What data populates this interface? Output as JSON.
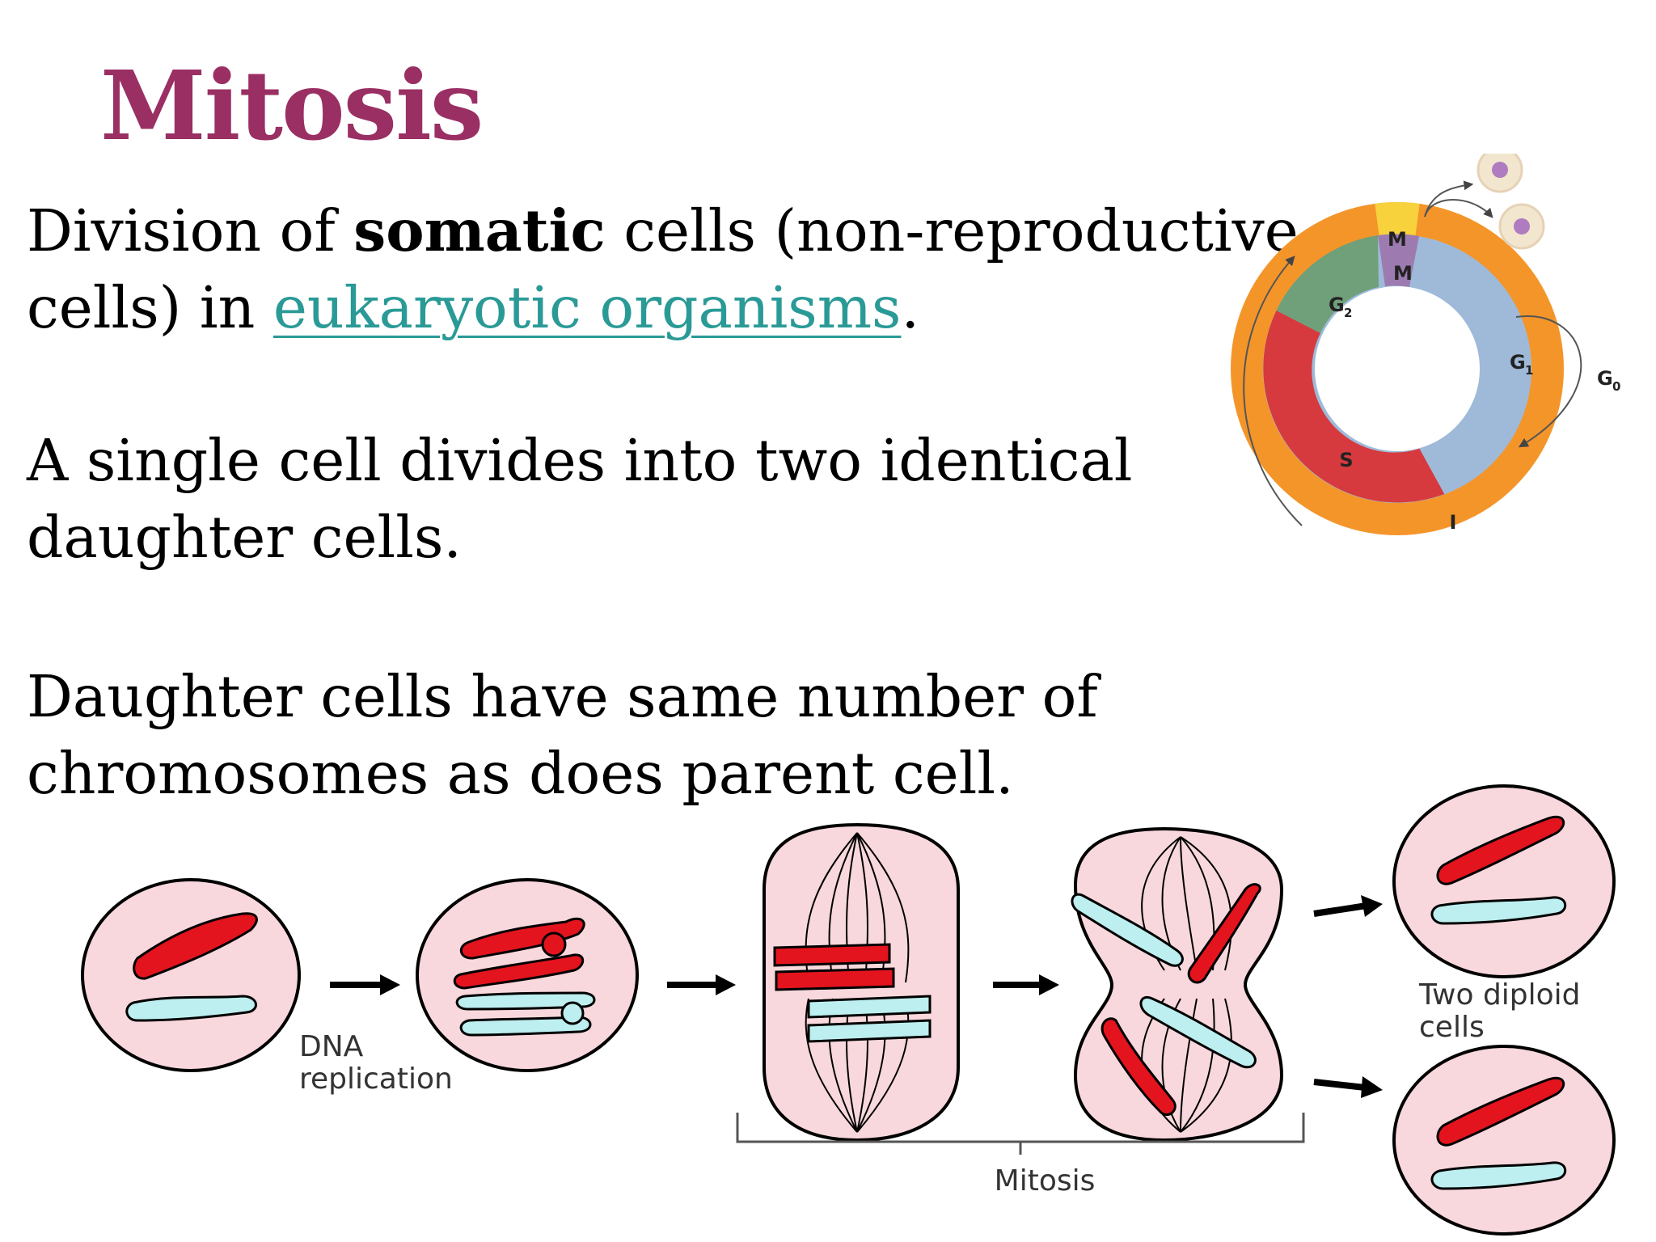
{
  "slide": {
    "title": "Mitosis",
    "para1": {
      "part1": "Division of ",
      "bold": "somatic",
      "part2": " cells (non-reproductive",
      "part3": "cells) in ",
      "link": "eukaryotic organisms",
      "part4": "."
    },
    "para2": {
      "line1": "A single cell divides into two identical",
      "line2": "daughter cells."
    },
    "para3": {
      "line1": "Daughter cells have same number of",
      "line2": "chromosomes as does parent cell."
    }
  },
  "cell_cycle": {
    "labels": {
      "m_outer": "M",
      "m_inner": "M",
      "g2": "G",
      "g2_sub": "2",
      "g1": "G",
      "g1_sub": "1",
      "g0": "G",
      "g0_sub": "0",
      "s": "S",
      "i": "I"
    },
    "colors": {
      "outer_ring": "#f4952a",
      "m_segment": "#f7d23c",
      "m_inner": "#9d7bb0",
      "g2": "#6fa07a",
      "s": "#d63a3e",
      "g1": "#9ebad8"
    }
  },
  "mitosis_diagram": {
    "label_dna": "DNA",
    "label_replication": "replication",
    "label_mitosis": "Mitosis",
    "label_two_diploid": "Two diploid",
    "label_cells": "cells",
    "colors": {
      "cell": "#f8d8dc",
      "red_chromosome": "#e3141e",
      "blue_chromosome": "#bdeef0"
    }
  }
}
